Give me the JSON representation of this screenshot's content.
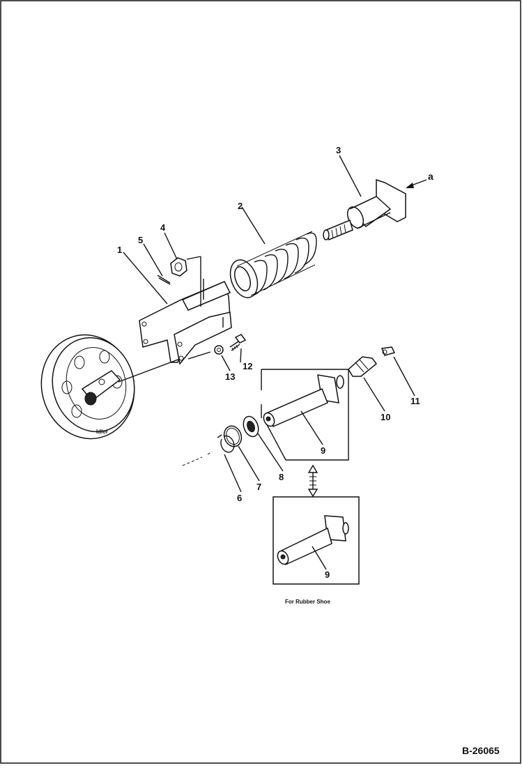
{
  "diagram": {
    "callouts": {
      "c1": "1",
      "c2": "2",
      "c3": "3",
      "c4": "4",
      "c5": "5",
      "c6": "6",
      "c7": "7",
      "c8": "8",
      "c9a": "9",
      "c9b": "9",
      "c10": "10",
      "c11": "11",
      "c12": "12",
      "c13": "13"
    },
    "view_arrow_label": "a",
    "idler_label": "Idler",
    "inset_caption": "For Rubber Shoe",
    "reference_code": "B-26065"
  },
  "colors": {
    "ink": "#111111",
    "paper": "#ffffff"
  }
}
